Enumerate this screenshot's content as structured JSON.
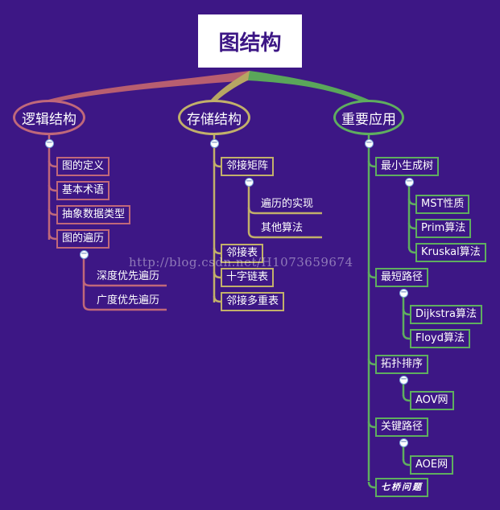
{
  "root": {
    "label": "图结构"
  },
  "branches": {
    "logic": {
      "label": "逻辑结构",
      "color": "#c0687a",
      "items": [
        "图的定义",
        "基本术语",
        "抽象数据类型",
        "图的遍历"
      ],
      "traversal": [
        "深度优先遍历",
        "广度优先遍历"
      ]
    },
    "storage": {
      "label": "存储结构",
      "color": "#c2b06a",
      "matrix": {
        "label": "邻接矩阵",
        "children": [
          "遍历的实现",
          "其他算法"
        ]
      },
      "others": [
        "邻接表",
        "十字链表",
        "邻接多重表"
      ]
    },
    "apps": {
      "label": "重要应用",
      "color": "#5fae5f",
      "mst": {
        "label": "最小生成树",
        "children": [
          "MST性质",
          "Prim算法",
          "Kruskal算法"
        ]
      },
      "shortest": {
        "label": "最短路径",
        "children": [
          "Dijkstra算法",
          "Floyd算法"
        ]
      },
      "topo": {
        "label": "拓扑排序",
        "children": [
          "AOV网"
        ]
      },
      "critical": {
        "label": "关键路径",
        "children": [
          "AOE网"
        ]
      },
      "bridges": {
        "label": "七桥问题"
      }
    }
  },
  "watermark": "http://blog.csdn.net/H1073659674",
  "toggle_symbol": "−"
}
